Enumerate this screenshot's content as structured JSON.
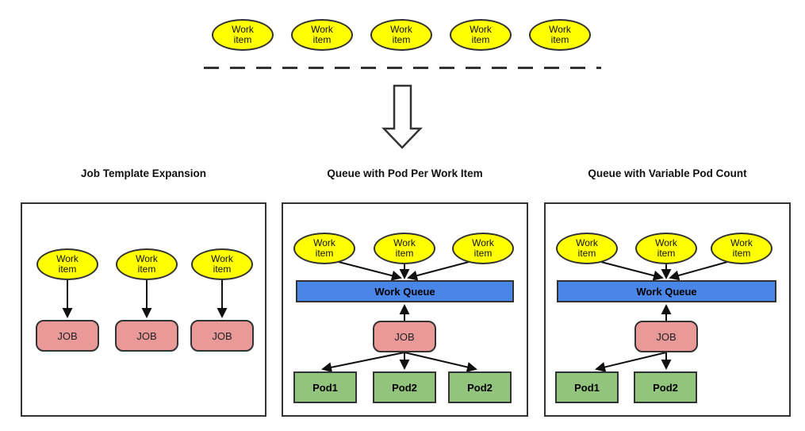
{
  "colors": {
    "work_item_fill": "#ffff00",
    "work_queue_fill": "#4a86e8",
    "job_fill": "#ea9999",
    "pod_fill": "#93c47d",
    "outline": "#333333",
    "arrow": "#111111"
  },
  "header": {
    "work_items": [
      "Work item",
      "Work item",
      "Work item",
      "Work item",
      "Work item"
    ],
    "flow_arrow_icon": "down-arrow"
  },
  "panels": [
    {
      "title": "Job Template Expansion",
      "work_items": [
        "Work item",
        "Work item",
        "Work item"
      ],
      "jobs": [
        "JOB",
        "JOB",
        "JOB"
      ]
    },
    {
      "title": "Queue with Pod Per Work Item",
      "work_items": [
        "Work item",
        "Work item",
        "Work item"
      ],
      "queue_label": "Work Queue",
      "job_label": "JOB",
      "pods": [
        "Pod1",
        "Pod2",
        "Pod2"
      ]
    },
    {
      "title": "Queue with Variable Pod Count",
      "work_items": [
        "Work item",
        "Work item",
        "Work item"
      ],
      "queue_label": "Work Queue",
      "job_label": "JOB",
      "pods": [
        "Pod1",
        "Pod2"
      ]
    }
  ]
}
